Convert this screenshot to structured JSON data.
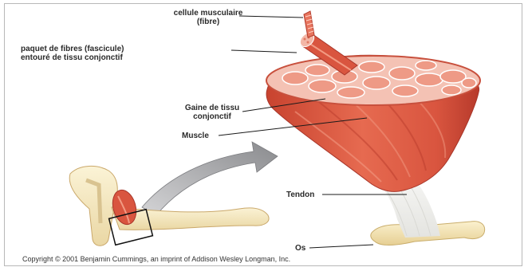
{
  "labels": {
    "muscle_cell_line1": "cellule musculaire",
    "muscle_cell_line2": "(fibre)",
    "fascicle_line1": "paquet de fibres (fascicule)",
    "fascicle_line2": "entouré de tissu conjonctif",
    "sheath_line1": "Gaine de tissu",
    "sheath_line2": "conjonctif",
    "muscle": "Muscle",
    "tendon": "Tendon",
    "bone": "Os"
  },
  "copyright": "Copyright © 2001 Benjamin Cummings, an imprint of Addison Wesley Longman, Inc.",
  "colors": {
    "muscle_fill": "#d9553f",
    "muscle_dark": "#b73a2b",
    "muscle_light": "#f08a72",
    "fiber_pink": "#f3b7a7",
    "tendon_white": "#f1f1ee",
    "bone_cream": "#f2e2b5",
    "arrow_gray": "#8f9092",
    "leader_line": "#1a1a1a"
  }
}
